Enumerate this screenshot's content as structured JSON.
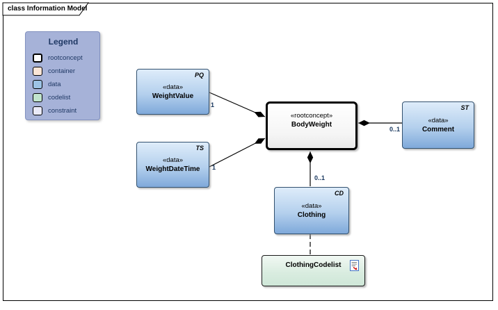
{
  "frame": {
    "title": "class Information Model"
  },
  "legend": {
    "title": "Legend",
    "items": [
      {
        "label": "rootconcept",
        "color": "#ffffff"
      },
      {
        "label": "container",
        "color": "#fbe5d6"
      },
      {
        "label": "data",
        "color": "#9cc3e5"
      },
      {
        "label": "codelist",
        "color": "#c1e4cd"
      },
      {
        "label": "constraint",
        "color": "#eaeaf8"
      }
    ]
  },
  "nodes": {
    "weightvalue": {
      "tag": "PQ",
      "stereotype": "«data»",
      "name": "WeightValue"
    },
    "weightdatetime": {
      "tag": "TS",
      "stereotype": "«data»",
      "name": "WeightDateTime"
    },
    "bodyweight": {
      "stereotype": "«rootconcept»",
      "name": "BodyWeight"
    },
    "comment": {
      "tag": "ST",
      "stereotype": "«data»",
      "name": "Comment"
    },
    "clothing": {
      "tag": "CD",
      "stereotype": "«data»",
      "name": "Clothing"
    },
    "clothingcodelist": {
      "name": "ClothingCodelist"
    }
  },
  "connectors": {
    "weightvalue_to_bodyweight": {
      "kind": "composition",
      "multiplicity": "1"
    },
    "weightdatetime_to_bodyweight": {
      "kind": "composition",
      "multiplicity": "1"
    },
    "bodyweight_to_comment": {
      "kind": "composition",
      "multiplicity": "0..1"
    },
    "bodyweight_to_clothing": {
      "kind": "composition",
      "multiplicity": "0..1"
    },
    "clothing_to_clothingcodelist": {
      "kind": "dashed-dependency"
    }
  },
  "colors": {
    "data_fill": "#9cc3e5",
    "data_border": "#31506e",
    "rootconcept_border": "#000000",
    "codelist_fill": "#cfe7d8",
    "legend_bg": "#a6b2d8",
    "legend_text": "#1f3864",
    "multiplicity_text": "#17365d"
  }
}
